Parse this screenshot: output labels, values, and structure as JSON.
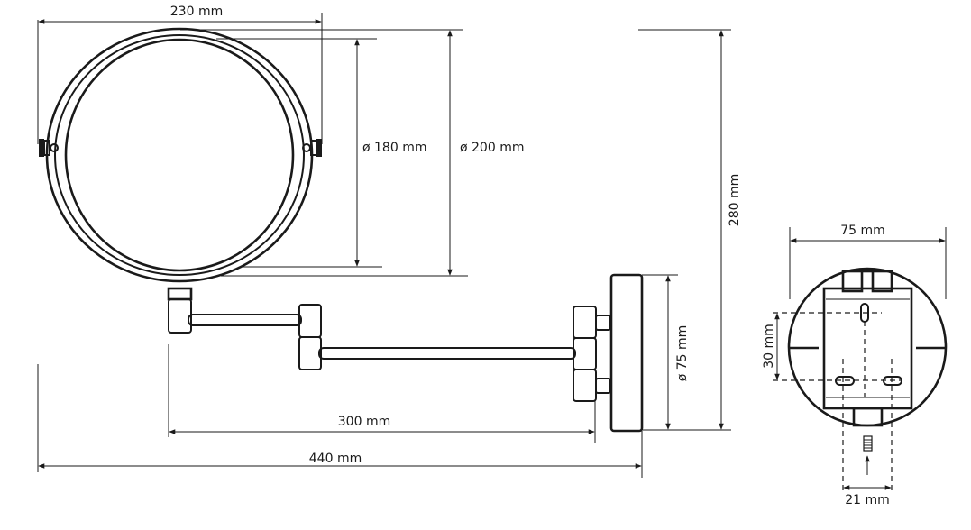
{
  "drawing": {
    "title": "Wall-mounted magnifying mirror dimension drawing",
    "line_color": "#1a1a1a",
    "background": "#ffffff"
  },
  "side_view": {
    "dimensions": {
      "mirror_width": "230 mm",
      "inner_diameter": "ø 180 mm",
      "outer_diameter": "ø 200 mm",
      "total_height": "280 mm",
      "base_diameter": "ø 75 mm",
      "arm_reach": "300 mm",
      "total_projection": "440 mm"
    }
  },
  "mounting_plate_view": {
    "dimensions": {
      "plate_diameter": "75 mm",
      "hole_vertical_spacing": "30 mm",
      "hole_horizontal_spacing": "21 mm"
    }
  }
}
